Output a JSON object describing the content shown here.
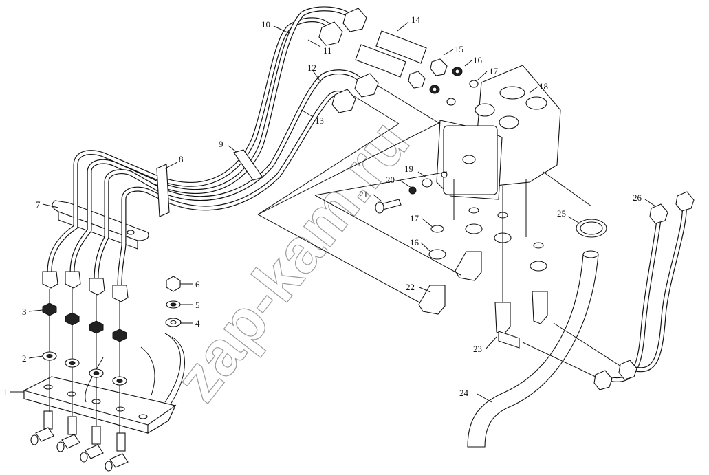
{
  "watermark": "zap-kam.ru",
  "callouts": [
    "1",
    "2",
    "3",
    "4",
    "5",
    "6",
    "7",
    "8",
    "9",
    "10",
    "11",
    "12",
    "13",
    "14",
    "15",
    "16",
    "17",
    "18",
    "19",
    "20",
    "21",
    "16",
    "17",
    "22",
    "23",
    "24",
    "25",
    "26"
  ],
  "colors": {
    "line": "#111111",
    "watermark": "#9a9a9a",
    "background": "#ffffff"
  }
}
